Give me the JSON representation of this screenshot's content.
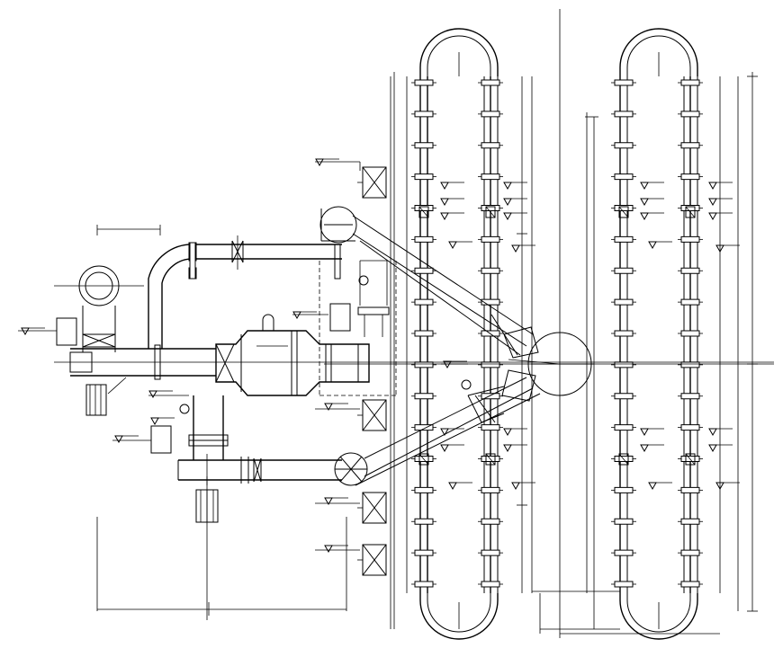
{
  "drawing": {
    "background": "#ffffff",
    "line_color": "#000000",
    "level_marker_icon": "triangle-down",
    "coil_units": [
      {
        "id": "left-coil",
        "columns": 2,
        "flange_rows": 17
      },
      {
        "id": "right-coil",
        "columns": 2,
        "flange_rows": 17
      }
    ],
    "components": [
      "fan-casing-top",
      "fan-casing-bottom",
      "cyclone-separator",
      "vertical-duct",
      "header-drum",
      "ventilation-fan",
      "motor-blocks",
      "damper-boxes"
    ]
  }
}
